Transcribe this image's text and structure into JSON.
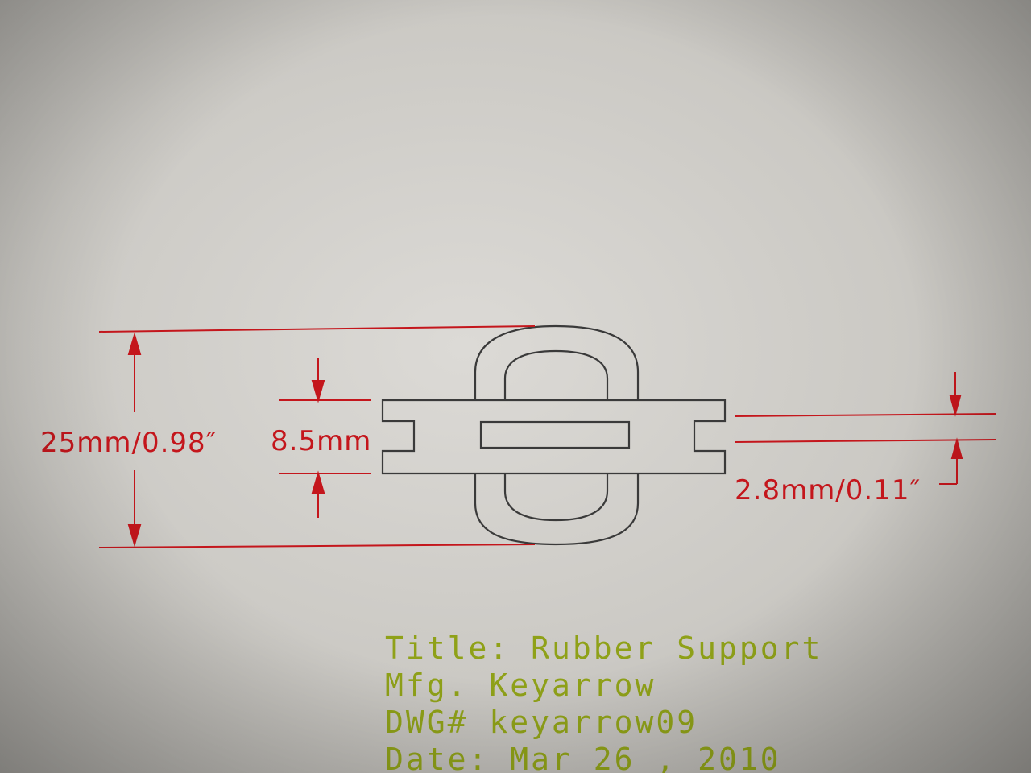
{
  "dimensions": {
    "overall_height": "25mm/0.98″",
    "inner_height": "8.5mm",
    "slot_height": "2.8mm/0.11″"
  },
  "title_block": {
    "title": "Title: Rubber Support",
    "mfg": "Mfg. Keyarrow",
    "dwg": "DWG# keyarrow09",
    "date": "Date: Mar 26 , 2010"
  },
  "colors": {
    "dimension": "#c4161c",
    "outline": "#3a3a3a",
    "title_text": "#8fa118",
    "paper": "#d6d4d0"
  }
}
